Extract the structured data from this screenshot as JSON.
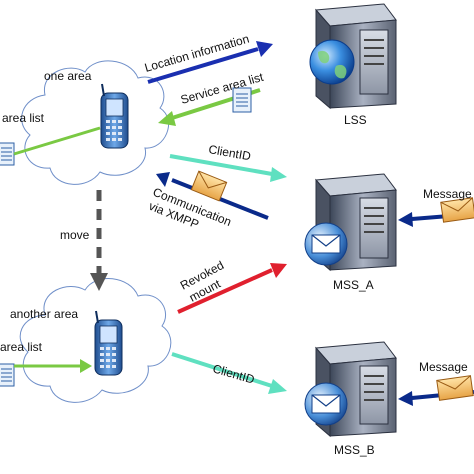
{
  "diagram": {
    "labels": {
      "one_area": "one area",
      "another_area": "another area",
      "area_list_top": "area list",
      "area_list_bottom": "area list",
      "move": "move",
      "location_information": "Location information",
      "service_area_list": "Service area list",
      "client_id_top": "ClientID",
      "communication_line1": "Communication",
      "communication_line2": "via XMPP",
      "revoked_line1": "Revoked",
      "revoked_line2": "mount",
      "client_id_bottom": "ClientID",
      "message_a": "Message",
      "message_b": "Message"
    },
    "servers": {
      "lss": "LSS",
      "mss_a": "MSS_A",
      "mss_b": "MSS_B"
    },
    "colors": {
      "arrow_blue": "#1a2fb0",
      "arrow_green": "#7ac943",
      "arrow_teal": "#5fe0c0",
      "arrow_red": "#e0202e",
      "arrow_navy": "#0a2a8a",
      "arrow_gray_dashed": "#555555",
      "cloud_outline": "#6f8fc9"
    },
    "icons": {
      "phone": "mobile-phone-icon",
      "server": "server-tower-icon",
      "globe": "globe-icon",
      "mail": "envelope-icon",
      "document": "document-list-icon",
      "open_envelope": "open-envelope-icon"
    }
  }
}
